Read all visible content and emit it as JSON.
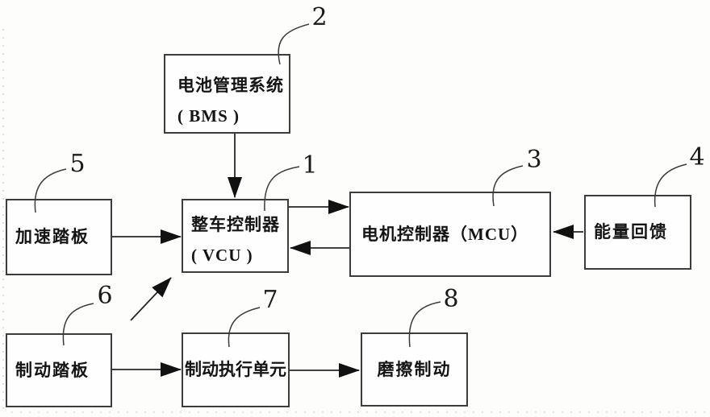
{
  "figure": {
    "blocks": {
      "bms": {
        "line1": "电池管理系统",
        "line2": "( BMS )",
        "ref": "2"
      },
      "vcu": {
        "line1": "整车控制器",
        "line2": "( VCU )",
        "ref": "1"
      },
      "mcu": {
        "label": "电机控制器（MCU）",
        "ref": "3"
      },
      "energy_feedback": {
        "label": "能量回馈",
        "ref": "4"
      },
      "accelerator_pedal": {
        "label": "加速踏板",
        "ref": "5"
      },
      "brake_pedal": {
        "label": "制动踏板",
        "ref": "6"
      },
      "brake_actuator": {
        "label": "制动执行单元",
        "ref": "7"
      },
      "friction_brake": {
        "label": "磨擦制动",
        "ref": "8"
      }
    },
    "connections": [
      {
        "from": "bms",
        "to": "vcu",
        "type": "arrow"
      },
      {
        "from": "accelerator_pedal",
        "to": "vcu",
        "type": "arrow"
      },
      {
        "from": "vcu",
        "to": "mcu",
        "type": "arrow"
      },
      {
        "from": "mcu",
        "to": "vcu",
        "type": "arrow"
      },
      {
        "from": "energy_feedback",
        "to": "mcu",
        "type": "arrow"
      },
      {
        "from": "brake_pedal",
        "to": "brake_actuator",
        "type": "arrow"
      },
      {
        "from": "brake_actuator",
        "to": "friction_brake",
        "type": "arrow"
      },
      {
        "from": "brake_pedal",
        "to": "vcu",
        "type": "diagonal-arrow"
      }
    ],
    "colors": {
      "line": "#262626",
      "box_border": "#3c3c3c",
      "text": "#141414",
      "background": "#fdfdfc"
    }
  }
}
